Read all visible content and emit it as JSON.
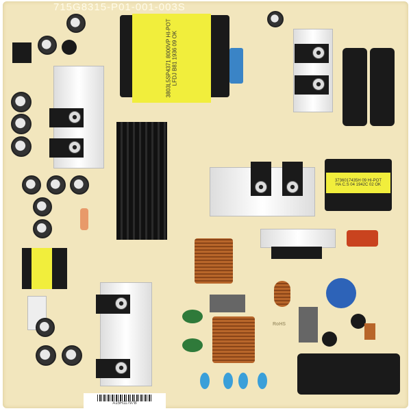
{
  "board": {
    "part_number": "715G8315-P01-001-003S",
    "main_transformer": {
      "line1": "3803L5SP4371 8000VP HI-POT",
      "line2": "LFDJ B81 1936 09 OK"
    },
    "standby_transformer": {
      "line1": "3736017435H 09 HI-POT",
      "line2": "HA C.S 04 1942C 02 OK"
    },
    "rohs_mark": "RoHS",
    "barcode_text": "A15H11797B"
  },
  "colors": {
    "board": "#f2e6bd",
    "transformer_tape": "#f1ee3c",
    "heatsink": "#e0e0e0"
  }
}
